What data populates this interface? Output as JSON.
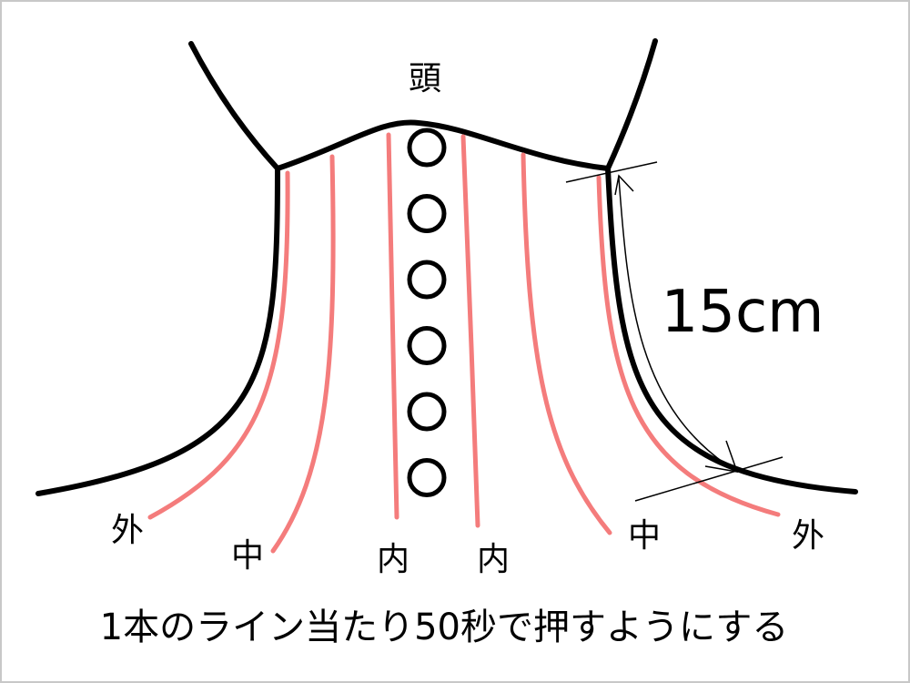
{
  "labels": {
    "head": "頭",
    "outer": "外",
    "middle": "中",
    "inner": "内",
    "measure": "15cm",
    "instruction": "1本のライン当たり50秒で押すようにする"
  },
  "points": {
    "count": 6
  },
  "colors": {
    "outline": "#000000",
    "pressure_line": "#f47c7c",
    "frame": "#c8c8c8",
    "background": "#ffffff"
  }
}
